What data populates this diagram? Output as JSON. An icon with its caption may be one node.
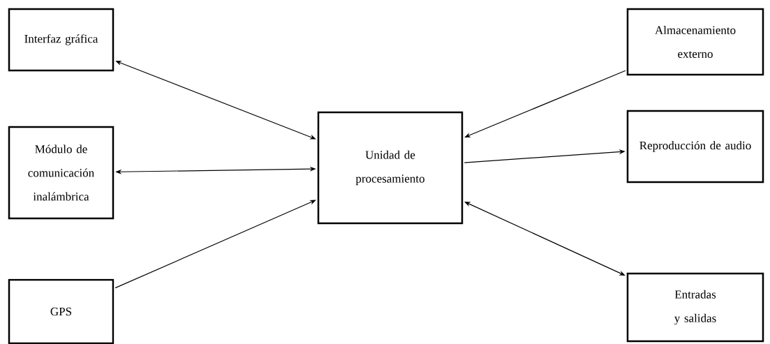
{
  "diagram": {
    "nodes": [
      {
        "text": [
          "Interfaz gráfica"
        ]
      },
      {
        "text": [
          "Módulo de comunicación inalámbrica"
        ]
      },
      {
        "text": [
          "GPS"
        ]
      },
      {
        "text": [
          "Unidad de procesamiento"
        ]
      },
      {
        "text": [
          "Almacenamiento externo"
        ]
      },
      {
        "text": [
          "Reproducción de audio"
        ]
      },
      {
        "text": [
          "Entradas y salidas"
        ]
      }
    ],
    "edges": [
      {
        "from": 0,
        "to": 3,
        "arrow": "both"
      },
      {
        "from": 1,
        "to": 3,
        "arrow": "both"
      },
      {
        "from": 2,
        "to": 3,
        "arrow": "to"
      },
      {
        "from": 4,
        "to": 3,
        "arrow": "to"
      },
      {
        "from": 3,
        "to": 5,
        "arrow": "to"
      },
      {
        "from": 3,
        "to": 6,
        "arrow": "both"
      }
    ]
  }
}
